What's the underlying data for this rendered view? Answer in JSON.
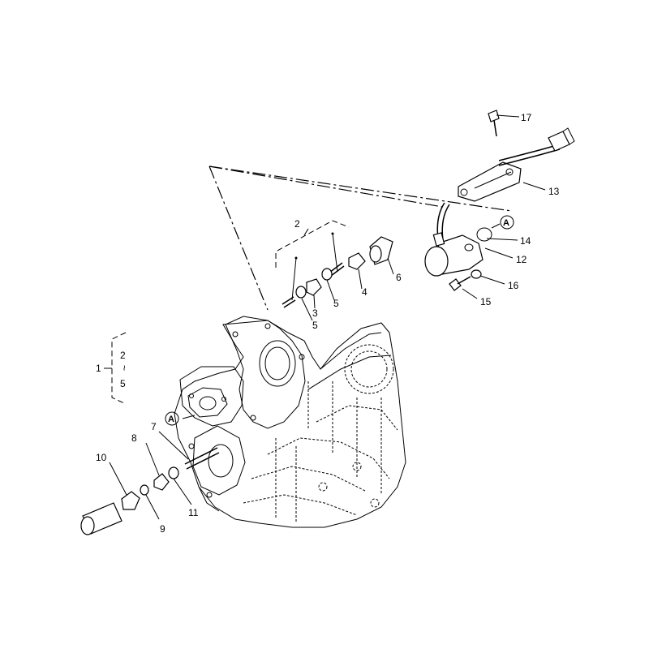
{
  "callouts": {
    "c1": "1",
    "c2_top": "2",
    "c2_side": "2",
    "c_range_sep": "~",
    "c5_side": "5",
    "c3": "3",
    "c4": "4",
    "c5a": "5",
    "c5b": "5",
    "c6": "6",
    "c7": "7",
    "c8": "8",
    "c9": "9",
    "c10": "10",
    "c11": "11",
    "c12": "12",
    "c13": "13",
    "c14": "14",
    "c15": "15",
    "c16": "16",
    "c17": "17",
    "ref_a_top": "A",
    "ref_a_left": "A"
  }
}
